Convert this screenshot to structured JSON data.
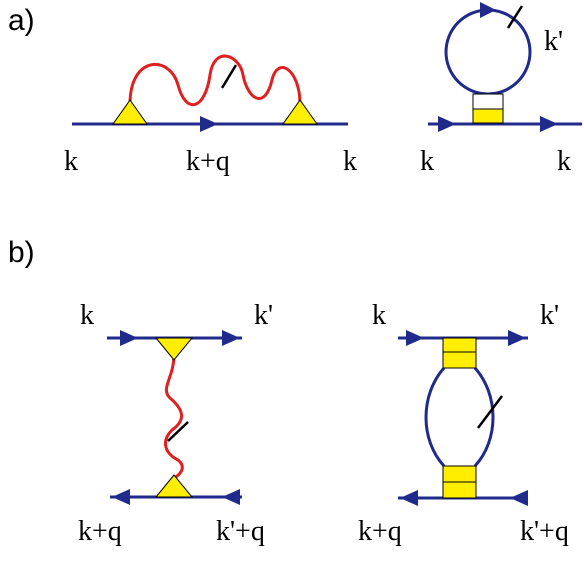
{
  "panels": {
    "a": {
      "label": "a)",
      "left": {
        "k_in": "k",
        "k_mid": "k+q",
        "k_out": "k"
      },
      "right": {
        "k_in": "k",
        "k_out": "k",
        "k_loop": "k'"
      }
    },
    "b": {
      "label": "b)",
      "left": {
        "top_left": "k",
        "top_right": "k'",
        "bottom_left": "k+q",
        "bottom_right": "k'+q"
      },
      "right": {
        "top_left": "k",
        "top_right": "k'",
        "bottom_left": "k+q",
        "bottom_right": "k'+q"
      }
    }
  },
  "colors": {
    "fermion_line": "#1f2a8a",
    "boson_line": "#e02020",
    "vertex_fill": "#ffee00",
    "vertex_stroke": "#000000",
    "cut_mark": "#000000"
  }
}
